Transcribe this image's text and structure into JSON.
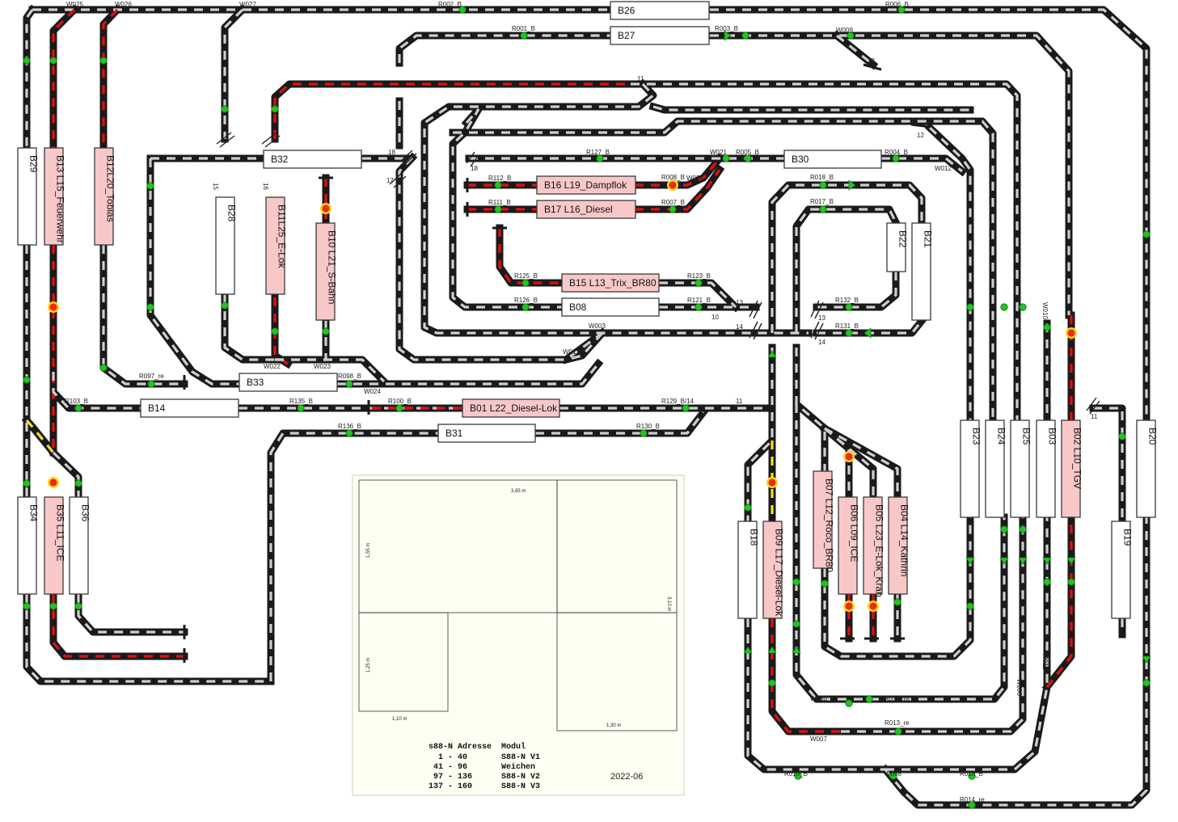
{
  "colors": {
    "track": "#1a1a1a",
    "free_dash": "#cfcfcf",
    "occupied_dash": "#e01010",
    "reserved_dash": "#f2e21c",
    "signal_green": "#22c422",
    "signal_red": "#e42d12",
    "block_free_fill": "#ffffff",
    "block_occupied_fill": "#f8c8c8",
    "room_fill": "#fffef2"
  },
  "blocks": {
    "B26": "B26",
    "B27": "B27",
    "B32": "B32",
    "B30": "B30",
    "B16": "B16 L19_Dampflok",
    "B17": "B17 L16_Diesel",
    "B15": "B15 L13_Trix_BR80",
    "B08": "B08",
    "B33": "B33",
    "B14": "B14",
    "B01": "B01 L22_Diesel-Lok",
    "B31": "B31",
    "B29": "B29",
    "B13": "B13 L15_Feuerwehr",
    "B12": "B12L20_Tobias",
    "B28": "B28",
    "B11": "B11L25_E-Lok",
    "B10": "B10 L21_S-Bahn",
    "B22": "B22",
    "B21": "B21",
    "B23": "B23",
    "B24": "B24",
    "B25": "B25",
    "B03": "B03",
    "B02": "B02 L10_TGV",
    "B20": "B20",
    "B19": "B19",
    "B34": "B34",
    "B35": "B35 L11_ICE",
    "B36": "B36",
    "B18": "B18",
    "B09": "B09 L17_Diesel-Lok",
    "B07": "B07 L12_Roco_BR80",
    "B06": "B06 L09_ICE",
    "B05": "B05 L23_E-Lok_Kran",
    "B04": "B04 L14_Kathrin"
  },
  "points": {
    "W025": "W025",
    "W026": "W026",
    "W027": "W027",
    "W009": "W009",
    "W021": "W021",
    "W028": "W028",
    "W012": "W012",
    "W003": "W003",
    "W017": "W017",
    "W022": "W022",
    "W023": "W023",
    "W024": "W024",
    "W030": "W030",
    "W007": "W007",
    "W008": "W008",
    "W006": "W006",
    "W011": "W011",
    "W010": "W010"
  },
  "sensors": {
    "R002": "R002_B",
    "R006": "R006_B",
    "R001": "R001_B",
    "R003": "R003_B",
    "R127": "R127_B",
    "R005": "R005_B",
    "R004": "R004_B",
    "R112": "R112_B",
    "R111": "R111_B",
    "R008": "R008_B",
    "R007": "R007_B",
    "R018": "R018_B",
    "R017": "R017_B",
    "R125": "R125_B",
    "R123": "R123_B",
    "R126": "R126_B",
    "R121": "R121_B",
    "R132": "R132_B",
    "R131": "R131_B",
    "R097": "R097_re",
    "R098": "R098_B",
    "R103": "R103_B",
    "R135": "R135_B",
    "R100": "R100_B",
    "R129": "R129_B/14",
    "R136": "R136_B",
    "R130": "R130_B",
    "R012": "R012_re",
    "R013": "R013_re",
    "R015": "R015_B",
    "R016": "R016_B",
    "R014": "R014_re"
  },
  "numbers": {
    "n11a": "11",
    "n12a": "12",
    "n12b": "12",
    "n18a": "18",
    "n18b": "18",
    "n13a": "13",
    "n13b": "13",
    "n10": "10",
    "n14a": "14",
    "n14b": "14",
    "n11b": "11",
    "n11c": "11",
    "n17": "17",
    "n15": "15",
    "n16": "16"
  },
  "room": {
    "dim_top": "3,85 m",
    "dim_left_upper": "1,55 m",
    "dim_right": "3,10 m",
    "dim_left_lower": "1,25 m",
    "dim_bottom_left": "1,10 m",
    "dim_bottom_right": "1,30 m"
  },
  "legend": {
    "header": "s88-N Adresse  Modul",
    "rows": [
      "  1 - 40       S88-N V1",
      " 41 - 96       Weichen",
      " 97 - 136      S88-N V2",
      "137 - 160      S88-N V3"
    ]
  },
  "date": "2022-06"
}
